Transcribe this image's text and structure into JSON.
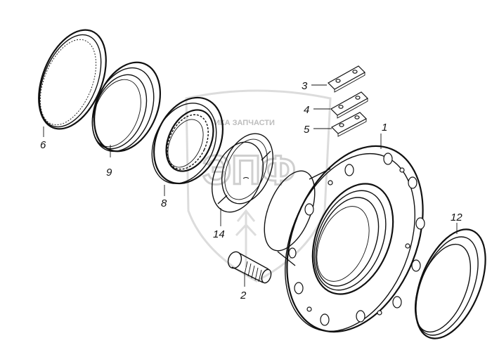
{
  "watermark": {
    "text": "ИКА ЗАПЧАСТИ",
    "letters": "ЭПФ"
  },
  "labels": [
    {
      "id": "label-1",
      "text": "1"
    },
    {
      "id": "label-2",
      "text": "2"
    },
    {
      "id": "label-3",
      "text": "3"
    },
    {
      "id": "label-4",
      "text": "4"
    },
    {
      "id": "label-5",
      "text": "5"
    },
    {
      "id": "label-6",
      "text": "6"
    },
    {
      "id": "label-8",
      "text": "8"
    },
    {
      "id": "label-9",
      "text": "9"
    },
    {
      "id": "label-12",
      "text": "12"
    },
    {
      "id": "label-14",
      "text": "14"
    }
  ]
}
